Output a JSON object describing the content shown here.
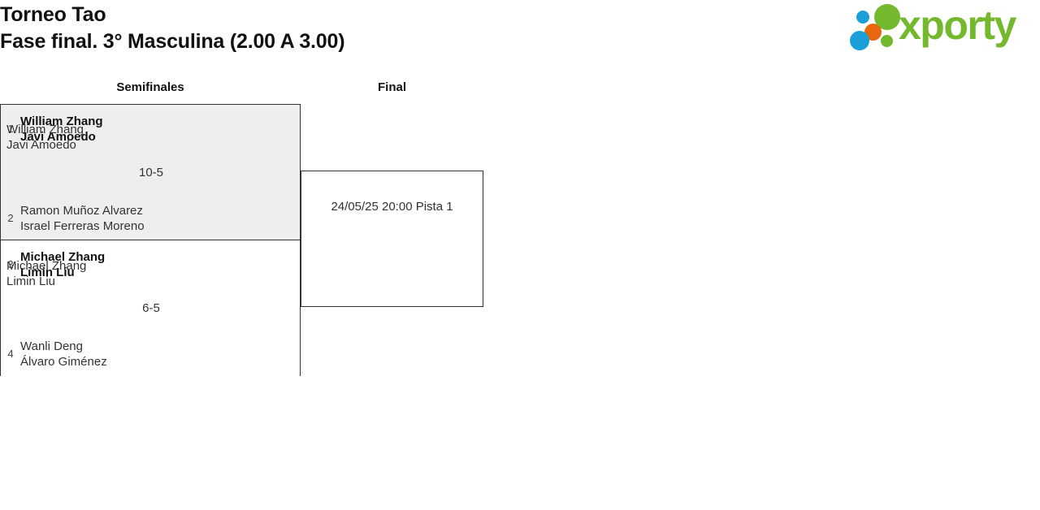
{
  "header": {
    "tournament_title": "Torneo Tao",
    "phase_title": "Fase final. 3° Masculina (2.00 A 3.00)",
    "logo": {
      "wordmark": "xporty",
      "wordmark_color": "#74b82e",
      "dots": [
        {
          "name": "blue-small",
          "color": "#1a9fd9"
        },
        {
          "name": "green-large",
          "color": "#74b82e"
        },
        {
          "name": "orange",
          "color": "#e8670c"
        },
        {
          "name": "blue-large",
          "color": "#1a9fd9"
        },
        {
          "name": "green-small",
          "color": "#74b82e"
        }
      ]
    }
  },
  "bracket": {
    "rounds": [
      {
        "label": "Semifinales"
      },
      {
        "label": "Final"
      }
    ],
    "semifinals": [
      {
        "highlighted": true,
        "score": "10-5",
        "teams": [
          {
            "seed": "1",
            "winner": true,
            "players": [
              "William Zhang",
              "Javi Amoedo"
            ]
          },
          {
            "seed": "2",
            "winner": false,
            "players": [
              "Ramon Muñoz Alvarez",
              "Israel Ferreras Moreno"
            ]
          }
        ]
      },
      {
        "highlighted": false,
        "score": "6-5",
        "teams": [
          {
            "seed": "3",
            "winner": true,
            "players": [
              "Michael Zhang",
              "Limin Liu"
            ]
          },
          {
            "seed": "4",
            "winner": false,
            "players": [
              "Wanli Deng",
              "Álvaro Giménez"
            ]
          }
        ]
      }
    ],
    "final": {
      "schedule": "24/05/25 20:00 Pista 1",
      "teams": [
        {
          "players": [
            "William Zhang",
            "Javi Amoedo"
          ]
        },
        {
          "players": [
            "Michael Zhang",
            "Limin Liu"
          ]
        }
      ]
    }
  }
}
